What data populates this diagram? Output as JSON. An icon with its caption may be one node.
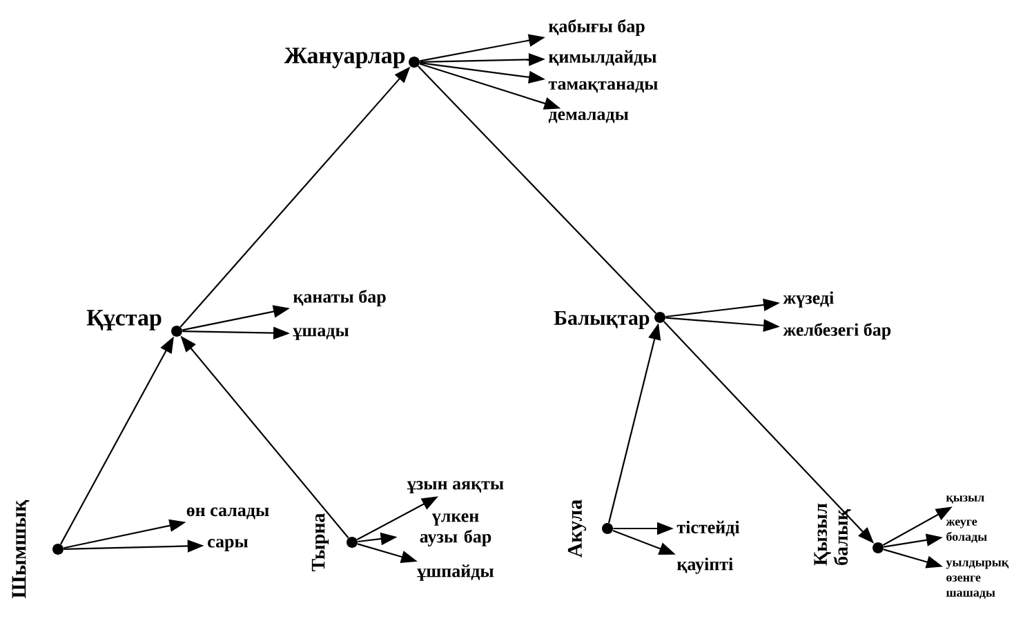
{
  "diagram": {
    "nodes": [
      {
        "text": [],
        "shape": "circle",
        "beside": [
          "Жануарлар"
        ]
      },
      {
        "text": [
          "қабығы бар"
        ]
      },
      {
        "text": [
          "қимылдайды"
        ]
      },
      {
        "text": [
          "тамақтанады"
        ]
      },
      {
        "text": [
          "демалады"
        ]
      },
      {
        "text": [],
        "shape": "circle",
        "beside": [
          "Құстар"
        ]
      },
      {
        "text": [
          "қанаты бар"
        ]
      },
      {
        "text": [
          "ұшады"
        ]
      },
      {
        "text": [],
        "shape": "circle",
        "beside": [
          "Балықтар"
        ]
      },
      {
        "text": [
          "жүзеді"
        ]
      },
      {
        "text": [
          "желбезегі бар"
        ]
      },
      {
        "text": [],
        "shape": "circle",
        "beside": [
          "Шымшық"
        ]
      },
      {
        "text": [
          "өн салады"
        ]
      },
      {
        "text": [
          "сары"
        ]
      },
      {
        "text": [],
        "shape": "circle",
        "beside": [
          "Тырна"
        ]
      },
      {
        "text": [
          "ұзын аяқты"
        ]
      },
      {
        "text": [
          "үлкен аузы бар"
        ]
      },
      {
        "text": [
          "ұшпайды"
        ]
      },
      {
        "text": [],
        "shape": "circle",
        "beside": [
          "Акула"
        ]
      },
      {
        "text": [
          "тістейді"
        ]
      },
      {
        "text": [
          "қауіпті"
        ]
      },
      {
        "text": [],
        "shape": "circle",
        "beside": [
          "Қызыл балық"
        ]
      },
      {
        "text": [
          "қызыл"
        ]
      },
      {
        "text": [
          "жеуге болады"
        ]
      },
      {
        "text": [
          "уылдырық өзенге шашады"
        ]
      }
    ],
    "edges": [
      {
        "from": 0,
        "to": 1,
        "arrow": "to"
      },
      {
        "from": 0,
        "to": 2,
        "arrow": "to"
      },
      {
        "from": 0,
        "to": 3,
        "arrow": "to"
      },
      {
        "from": 0,
        "to": 4,
        "arrow": "to"
      },
      {
        "from": 5,
        "to": 0,
        "arrow": "to"
      },
      {
        "from": 0,
        "to": 8,
        "arrow": "none"
      },
      {
        "from": 5,
        "to": 6,
        "arrow": "to"
      },
      {
        "from": 5,
        "to": 7,
        "arrow": "to"
      },
      {
        "from": 8,
        "to": 9,
        "arrow": "to"
      },
      {
        "from": 8,
        "to": 10,
        "arrow": "to"
      },
      {
        "from": 11,
        "to": 5,
        "arrow": "to"
      },
      {
        "from": 11,
        "to": 12,
        "arrow": "to"
      },
      {
        "from": 11,
        "to": 13,
        "arrow": "to"
      },
      {
        "from": 14,
        "to": 5,
        "arrow": "to"
      },
      {
        "from": 14,
        "to": 15,
        "arrow": "to"
      },
      {
        "from": 14,
        "to": 16,
        "arrow": "to"
      },
      {
        "from": 14,
        "to": 17,
        "arrow": "to"
      },
      {
        "from": 18,
        "to": 8,
        "arrow": "to"
      },
      {
        "from": 18,
        "to": 19,
        "arrow": "to"
      },
      {
        "from": 18,
        "to": 20,
        "arrow": "to"
      },
      {
        "from": 8,
        "to": 21,
        "arrow": "to"
      },
      {
        "from": 21,
        "to": 22,
        "arrow": "to"
      },
      {
        "from": 21,
        "to": 23,
        "arrow": "to"
      },
      {
        "from": 21,
        "to": 24,
        "arrow": "to"
      }
    ]
  }
}
